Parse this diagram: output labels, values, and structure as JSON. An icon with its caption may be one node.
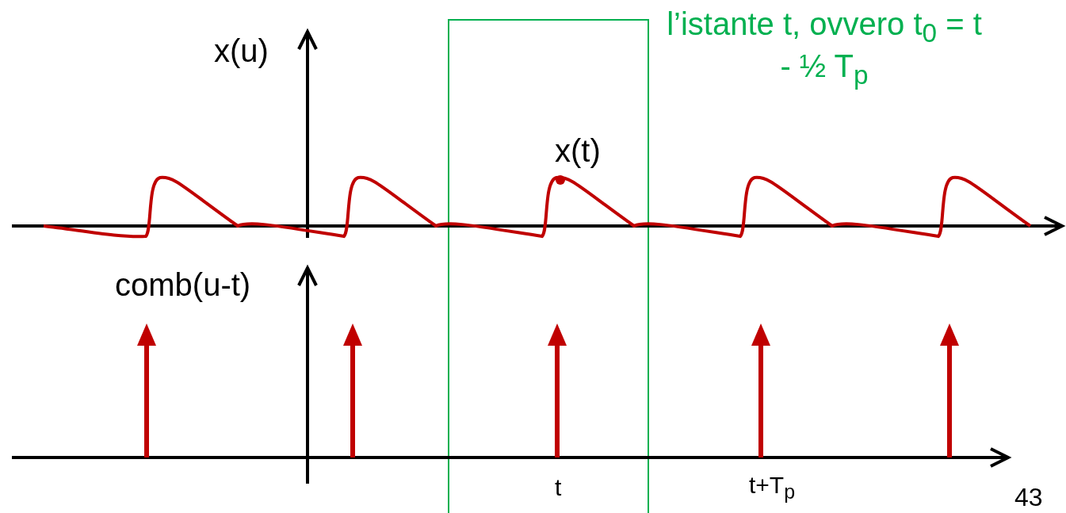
{
  "diagram": {
    "labels": [
      "l’istante t, ovvero t$_{0}$ = t - ½ T$_{p}$",
      "x(u)",
      "x(t)",
      "comb(u-t)",
      "t",
      "t+T$_{p}$",
      "43"
    ]
  }
}
